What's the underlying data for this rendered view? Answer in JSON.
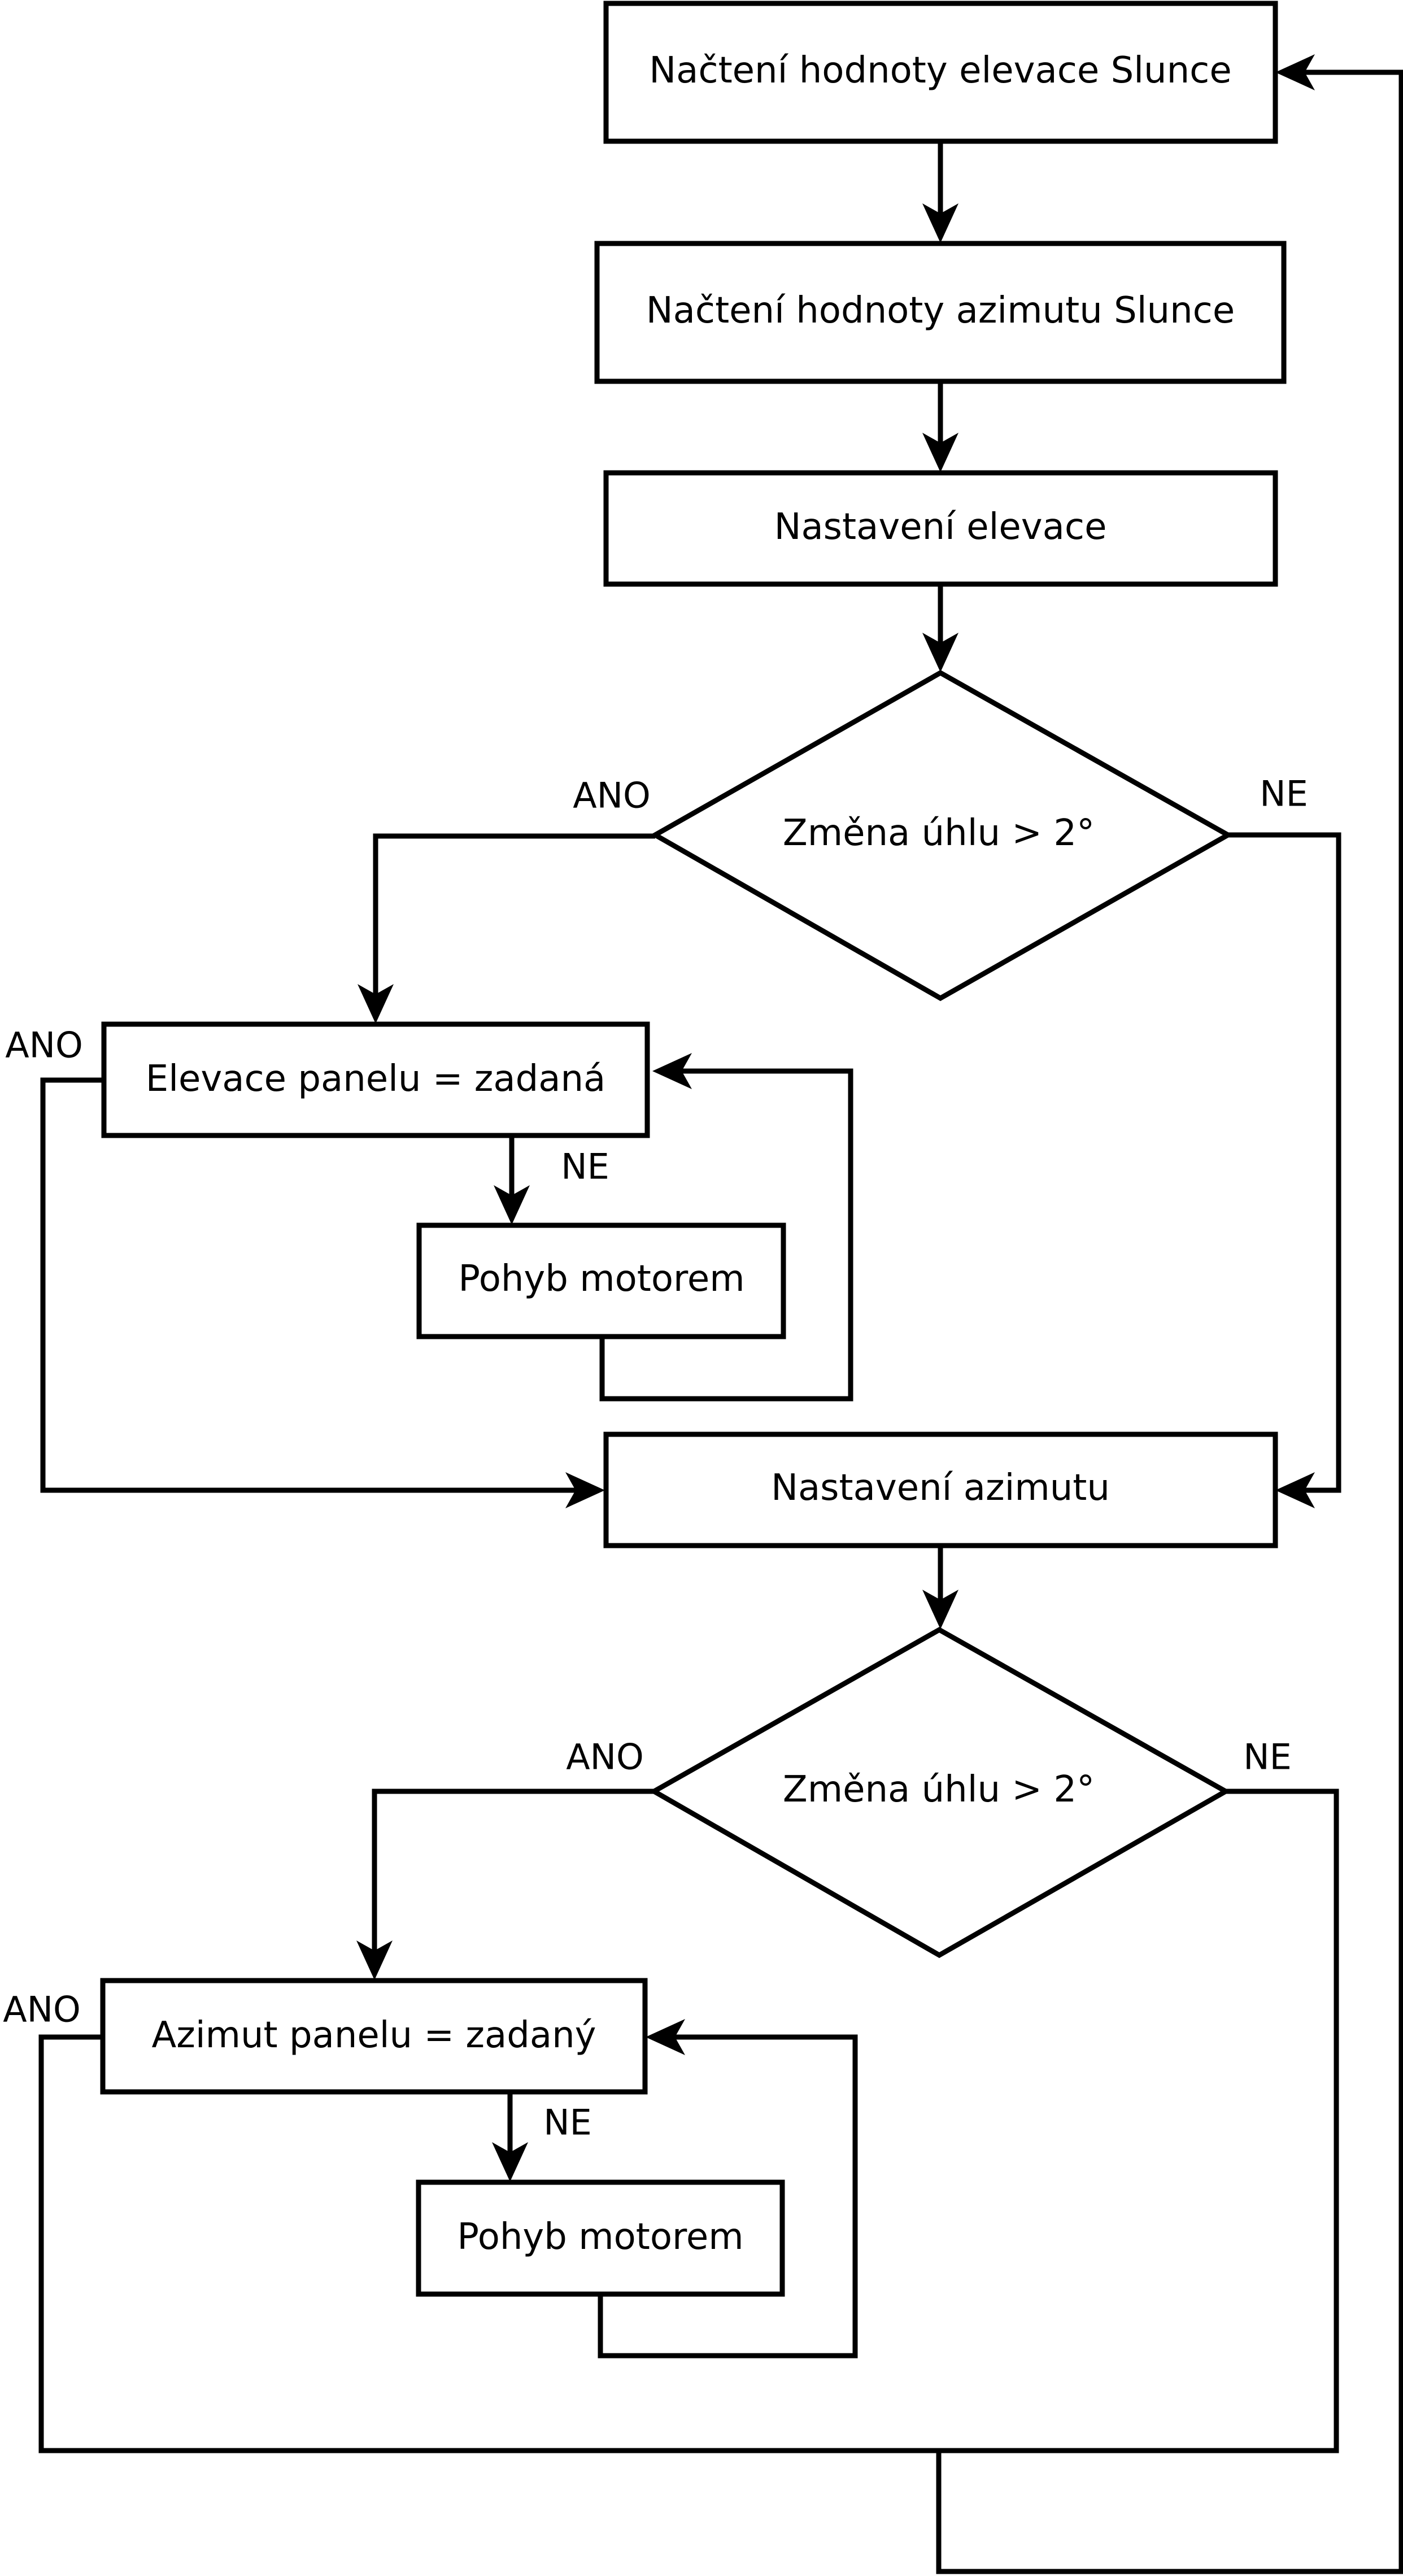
{
  "nodes": {
    "read_elevation": "Načtení hodnoty elevace Slunce",
    "read_azimuth": "Načtení hodnoty azimutu Slunce",
    "set_elevation": "Nastavení elevace",
    "decision_elevation": "Změna úhlu > 2°",
    "check_elevation": "Elevace panelu = zadaná",
    "motor_elevation": "Pohyb motorem",
    "set_azimuth": "Nastavení azimutu",
    "decision_azimuth": "Změna úhlu > 2°",
    "check_azimuth": "Azimut panelu = zadaný",
    "motor_azimuth": "Pohyb motorem"
  },
  "labels": {
    "decision_elevation_yes": "ANO",
    "decision_elevation_no": "NE",
    "check_elevation_yes": "ANO",
    "check_elevation_no": "NE",
    "decision_azimuth_yes": "ANO",
    "decision_azimuth_no": "NE",
    "check_azimuth_yes": "ANO",
    "check_azimuth_no": "NE"
  },
  "colors": {
    "stroke": "#000000",
    "fill": "#ffffff",
    "text": "#000000"
  }
}
